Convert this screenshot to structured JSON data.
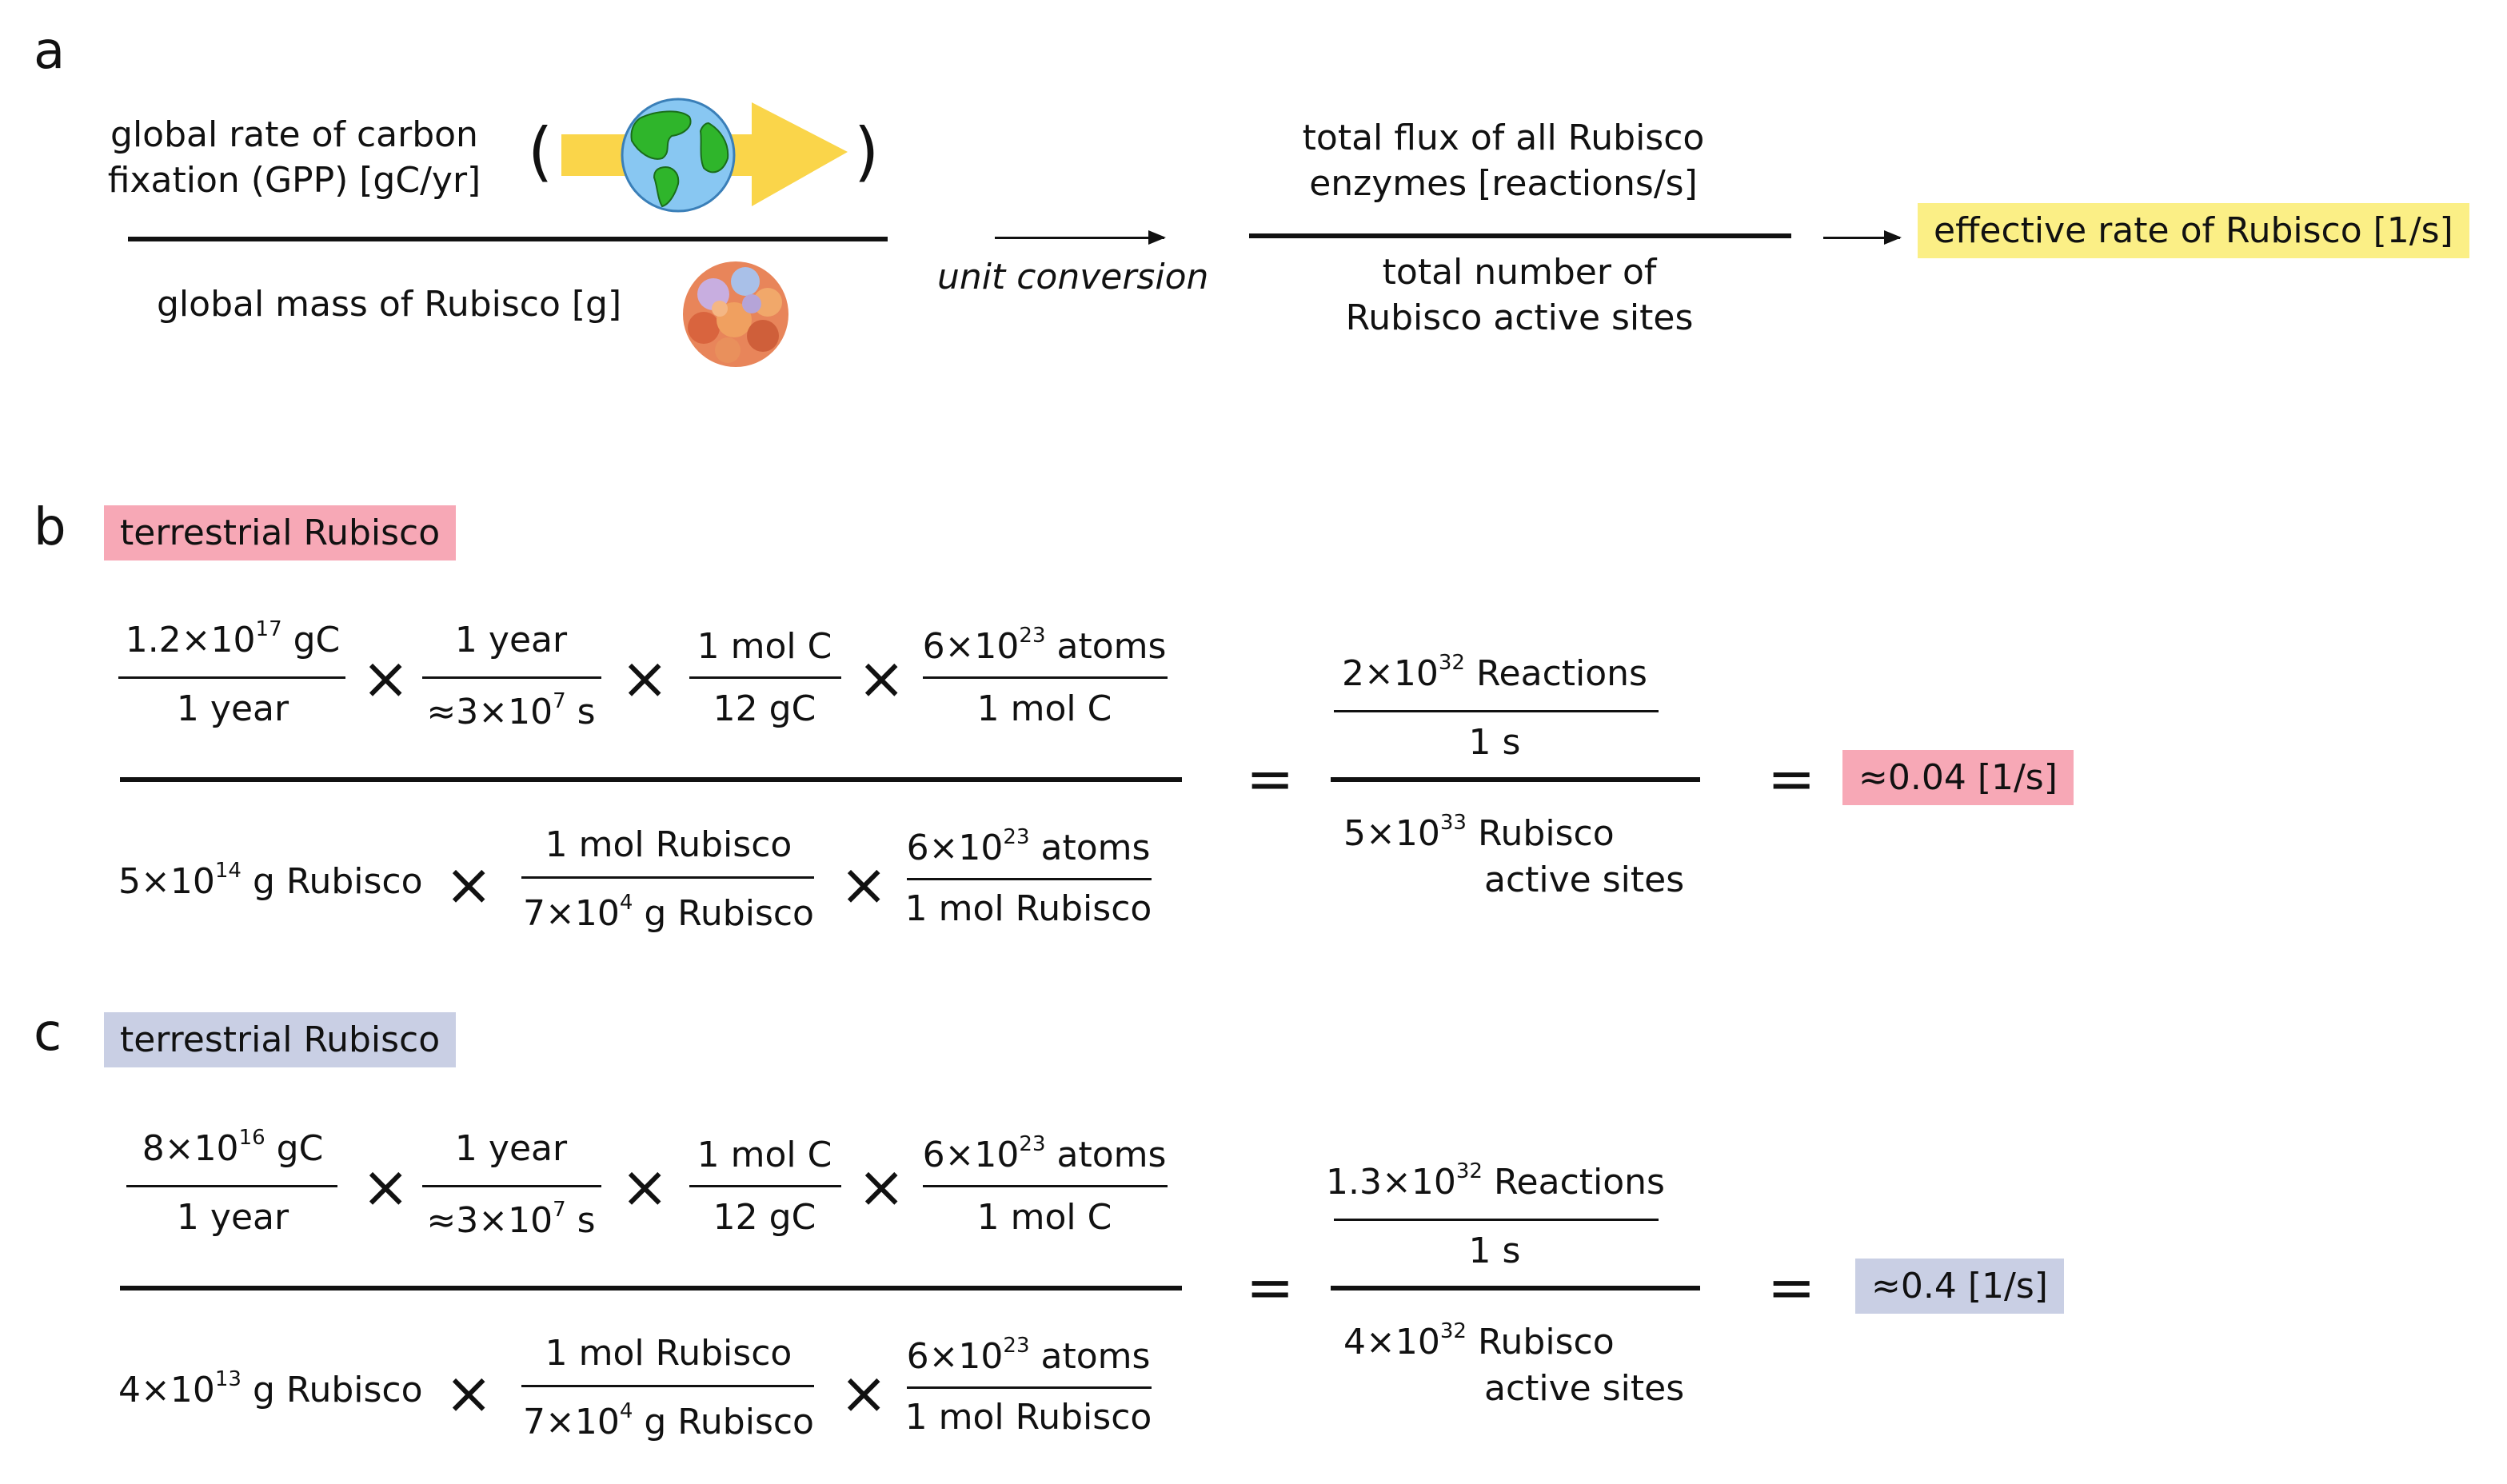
{
  "colors": {
    "yellow": "#fbef86",
    "pink": "#f7a8b6",
    "lavender": "#c9cfe4",
    "arrow_gold": "#fad54a",
    "ocean": "#88c7f2",
    "land": "#2fb52b"
  },
  "panel_a": {
    "letter": "a",
    "gpp_line1": "global rate of carbon",
    "gpp_line2": "fixation (GPP) [gC/yr]",
    "paren_open": "(",
    "paren_close": ")",
    "mass_label": "global mass of Rubisco [g]",
    "conversion_label": "unit conversion",
    "flux_line1": "total flux of all Rubisco",
    "flux_line2": "enzymes [reactions/s]",
    "sites_line1": "total number of",
    "sites_line2": "Rubisco active sites",
    "result": "effective rate of Rubisco [1/s]",
    "icons": [
      "earth-icon",
      "rubisco-protein-icon"
    ]
  },
  "panel_b": {
    "letter": "b",
    "tag": "terrestrial Rubisco",
    "f1_num_base": "1.2×10",
    "f1_num_exp": "17",
    "f1_num_unit": " gC",
    "f1_den": "1 year",
    "f2_num": "1 year",
    "f2_den_base": "≈3×10",
    "f2_den_exp": "7",
    "f2_den_unit": " s",
    "f3_num": "1 mol C",
    "f3_den": "12 gC",
    "f4_num_base": "6×10",
    "f4_num_exp": "23",
    "f4_num_unit": " atoms",
    "f4_den": "1 mol C",
    "d1_base": "5×10",
    "d1_exp": "14",
    "d1_unit": " g Rubisco",
    "d2_num": "1 mol Rubisco",
    "d2_den_base": "7×10",
    "d2_den_exp": "4",
    "d2_den_unit": " g Rubisco",
    "d3_num_base": "6×10",
    "d3_num_exp": "23",
    "d3_num_unit": " atoms",
    "d3_den": "1 mol Rubisco",
    "r_num_base": "2×10",
    "r_num_exp": "32",
    "r_num_unit": " Reactions",
    "r_num_den": "1 s",
    "r_den_base": "5×10",
    "r_den_exp": "33",
    "r_den_unit": " Rubisco",
    "r_den_line2": "active sites",
    "times": "×",
    "equals": "=",
    "result": "≈0.04 [1/s]"
  },
  "panel_c": {
    "letter": "c",
    "tag": "terrestrial Rubisco",
    "f1_num_base": "8×10",
    "f1_num_exp": "16",
    "f1_num_unit": " gC",
    "f1_den": "1 year",
    "f2_num": "1 year",
    "f2_den_base": "≈3×10",
    "f2_den_exp": "7",
    "f2_den_unit": " s",
    "f3_num": "1 mol C",
    "f3_den": "12 gC",
    "f4_num_base": "6×10",
    "f4_num_exp": "23",
    "f4_num_unit": " atoms",
    "f4_den": "1 mol C",
    "d1_base": "4×10",
    "d1_exp": "13",
    "d1_unit": " g Rubisco",
    "d2_num": "1 mol Rubisco",
    "d2_den_base": "7×10",
    "d2_den_exp": "4",
    "d2_den_unit": " g Rubisco",
    "d3_num_base": "6×10",
    "d3_num_exp": "23",
    "d3_num_unit": " atoms",
    "d3_den": "1 mol Rubisco",
    "r_num_base": "1.3×10",
    "r_num_exp": "32",
    "r_num_unit": " Reactions",
    "r_num_den": "1 s",
    "r_den_base": "4×10",
    "r_den_exp": "32",
    "r_den_unit": " Rubisco",
    "r_den_line2": "active sites",
    "times": "×",
    "equals": "=",
    "result": "≈0.4 [1/s]"
  }
}
